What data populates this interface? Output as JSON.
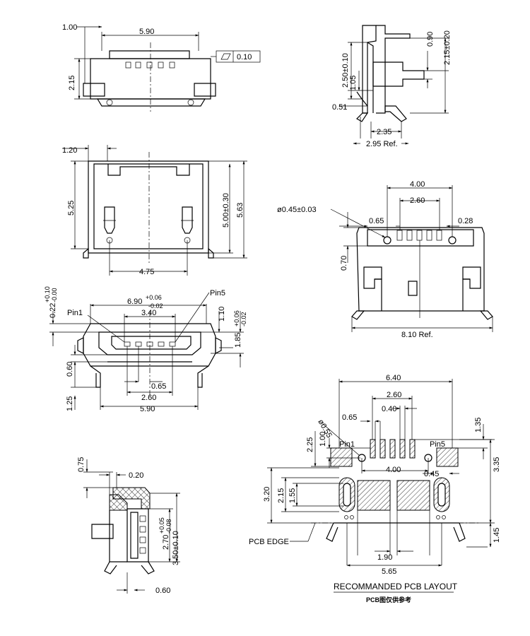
{
  "dims": {
    "top_left": {
      "d1": "1.00",
      "d2": "5.90",
      "d3": "2.15",
      "flatness": "0.10"
    },
    "top_right": {
      "d1": "0.90",
      "d2": "2.15±0.20",
      "d3": "2.50±0.10",
      "d4": "1.05",
      "d5": "0.51",
      "d6": "2.35",
      "d7": "2.95 Ref."
    },
    "mid_left": {
      "d1": "1.20",
      "d2": "5.25",
      "d3": "5.00±0.30",
      "d4": "5.63",
      "d5": "4.75"
    },
    "mid_right": {
      "d1": "4.00",
      "d2": "2.60",
      "d3": "ø0.45±0.03",
      "d4": "0.65",
      "d5": "0.28",
      "d6": "0.70",
      "d7": "8.10 Ref."
    },
    "front": {
      "tol_top": "0.22",
      "tol_top_upper": "+0.10",
      "tol_top_lower": "-0.00",
      "pin1": "Pin1",
      "pin5": "Pin5",
      "width_main": "6.90",
      "width_tol_upper": "+0.06",
      "width_tol_lower": "-0.02",
      "width_inner": "3.40",
      "h_right": "1.10",
      "h_right2": "1.85",
      "h_right2_upper": "+0.06",
      "h_right2_lower": "-0.02",
      "d_060": "0.60",
      "d_065": "0.65",
      "d_260": "2.60",
      "d_125": "1.25",
      "d_590": "5.90"
    },
    "section": {
      "d1": "0.75",
      "d2": "0.20",
      "d3": "2.70",
      "d3_upper": "+0.05",
      "d3_lower": "-0.08",
      "d4": "3.50±0.10",
      "d5": "0.60"
    },
    "pcb": {
      "d640": "6.40",
      "d260": "2.60",
      "d040": "0.40",
      "d065": "0.65",
      "phi": "ø0.55",
      "d100": "1.00",
      "d225": "2.25",
      "pin1": "Pin1",
      "pin5": "Pin5",
      "d135": "1.35",
      "d400": "4.00",
      "d045": "0.45",
      "d335": "3.35",
      "d320": "3.20",
      "d215": "2.15",
      "d155": "1.55",
      "d145": "1.45",
      "d190": "1.90",
      "d565": "5.65",
      "edge": "PCB EDGE"
    }
  },
  "footer": {
    "title": "RECOMMANDED PCB LAYOUT",
    "subtitle": "PCB图仅供参考"
  }
}
